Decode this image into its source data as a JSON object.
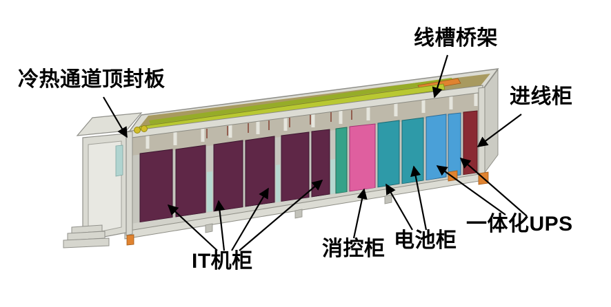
{
  "labels": {
    "cold_hot_aisle_panel": "冷热通道顶封板",
    "cable_tray": "线槽桥架",
    "incoming_cabinet": "进线柜",
    "integrated_ups": "一体化UPS",
    "battery_cabinet": "电池柜",
    "fire_control_cabinet": "消控柜",
    "it_cabinet": "IT机柜"
  },
  "colors": {
    "it_cabinet": "#5f2747",
    "fire_control_cabinet": "#df5f9f",
    "battery_cabinet": "#2e9aa8",
    "integrated_ups": "#4aa0d8",
    "incoming_cabinet": "#8a2a33",
    "aisle_door_green": "#35a289",
    "cable_tray": "#b9c832",
    "cable_tray_secondary": "#96ac28",
    "roof_interior": "#a89a60",
    "container_frame": "#dcdcd4",
    "accent_orange": "#e08330",
    "arrow": "#000000"
  }
}
